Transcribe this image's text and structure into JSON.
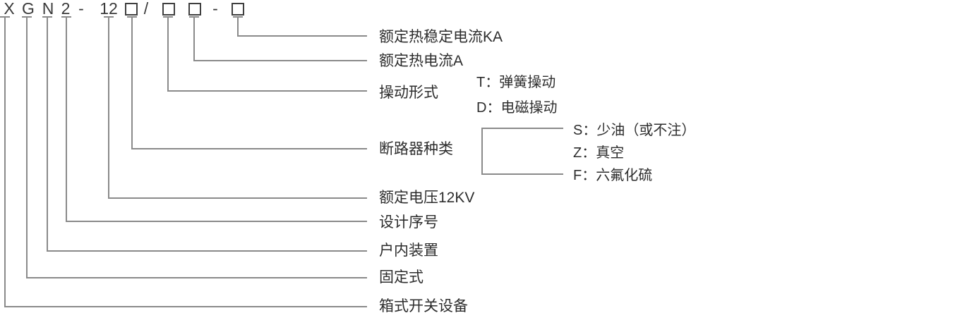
{
  "code": {
    "x": "X",
    "g": "G",
    "n": "N",
    "two": "2",
    "dash1": "-",
    "twelve": "12",
    "slash": "/",
    "dash2": "-",
    "placeholder_symbol": "□"
  },
  "labels": {
    "rated_thermal_stability_current": "额定热稳定电流KA",
    "rated_thermal_current": "额定热电流A",
    "operating_mode": "操动形式",
    "operating_mode_options": {
      "spring": "T：弹簧操动",
      "electromagnetic": "D：电磁操动"
    },
    "circuit_breaker_type": "断路器种类",
    "circuit_breaker_options": {
      "low_oil": "S：少油（或不注）",
      "vacuum": "Z：真空",
      "sf6": "F：六氟化硫"
    },
    "rated_voltage": "额定电压12KV",
    "design_serial_number": "设计序号",
    "indoor_device": "户内装置",
    "fixed_type": "固定式",
    "box_type_switchgear": "箱式开关设备"
  },
  "colors": {
    "line": "#8a8a8a",
    "text": "#2d2d2d"
  }
}
